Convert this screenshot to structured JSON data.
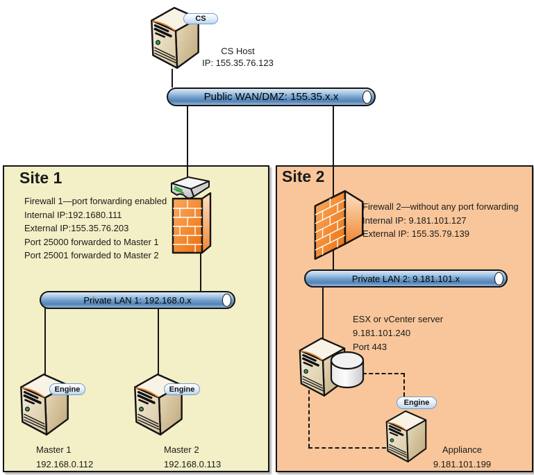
{
  "cs_host": {
    "badge": "CS",
    "name": "CS Host",
    "ip": "IP: 155.35.76.123"
  },
  "backbone": {
    "label": "Public WAN/DMZ: 155.35.x.x"
  },
  "site1": {
    "title": "Site 1",
    "firewall_notes": [
      "Firewall 1—port forwarding enabled",
      "Internal IP:192.1680.111",
      "External IP:155.35.76.203",
      "Port 25000 forwarded to Master 1",
      "Port 25001 forwarded to Master 2"
    ],
    "lan_label": "Private LAN 1: 192.168.0.x",
    "servers": [
      {
        "badge": "Engine",
        "name": "Master 1",
        "ip": "192.168.0.112"
      },
      {
        "badge": "Engine",
        "name": "Master 2",
        "ip": "192.168.0.113"
      }
    ]
  },
  "site2": {
    "title": "Site 2",
    "firewall_notes": [
      "Firewall 2—without any port forwarding",
      "Internal IP: 9.181.101.127",
      "External IP: 155.35.79.139"
    ],
    "lan_label": "Private LAN 2: 9.181.101.x",
    "esx_notes": [
      "ESX or vCenter server",
      "9.181.101.240",
      "Port 443"
    ],
    "appliance": {
      "badge": "Engine",
      "name": "Appliance",
      "ip": "9.181.101.199"
    }
  },
  "colors": {
    "site1_fill": "#f3efc6",
    "site2_fill": "#f8c69a",
    "pipe_blue": "#6d9cca",
    "firewall_orange": "#ee7817",
    "badge_border": "#6f9dc9",
    "outline": "#141414"
  }
}
